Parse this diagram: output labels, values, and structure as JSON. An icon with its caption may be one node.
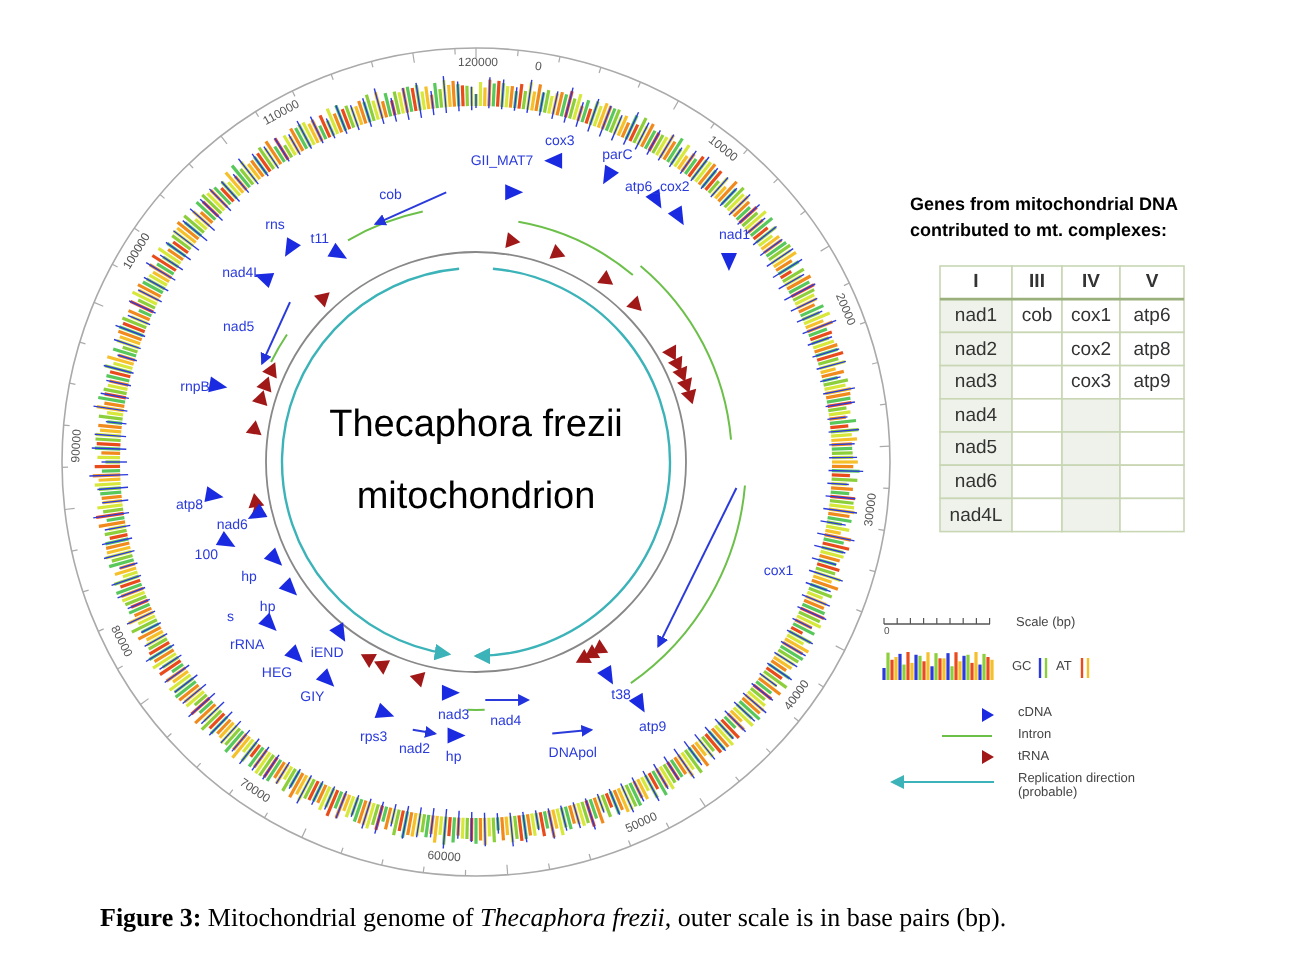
{
  "diagram": {
    "caption": "**Figure 3:** Mitochondrial genome of *Thecaphora frezii*, outer scale is in base pairs (bp).",
    "labels": [
      "0",
      "10000",
      "20000",
      "30000",
      "40000",
      "50000",
      "60000",
      "70000",
      "80000",
      "90000",
      "100000",
      "110000",
      "120000",
      "GII_MAT7",
      "cox3",
      "parC",
      "atp6_cox2",
      "nad1",
      "cox1",
      "t38",
      "atp9",
      "DNApol",
      "nad4",
      "nad3",
      "hp",
      "nad2",
      "rps3",
      "GIY",
      "HEG",
      "iEND",
      "rRNA",
      "s",
      "hp",
      "hp",
      "100",
      "nad6",
      "atp8",
      "rnpB",
      "nad5",
      "nad4L",
      "rns",
      "t11",
      "cob",
      "Thecaphora frezii mitochondrion",
      "Genes from mitochondrial DNA contributed to mt. complexes:",
      "I",
      "III",
      "IV",
      "V",
      "nad1",
      "cob",
      "cox1",
      "atp6",
      "nad2",
      "cox2",
      "atp8",
      "nad3",
      "cox3",
      "atp9",
      "nad4",
      "nad5",
      "nad6",
      "nad4L",
      "0"
    ],
    "legend": [
      {
        "text": "Scale (bp)"
      },
      {
        "text": "GC"
      },
      {
        "text": "AT"
      },
      {
        "text": "cDNA"
      },
      {
        "text": "Intron"
      },
      {
        "text": "tRNA"
      },
      {
        "text": "Replication direction (probable)"
      }
    ]
  }
}
